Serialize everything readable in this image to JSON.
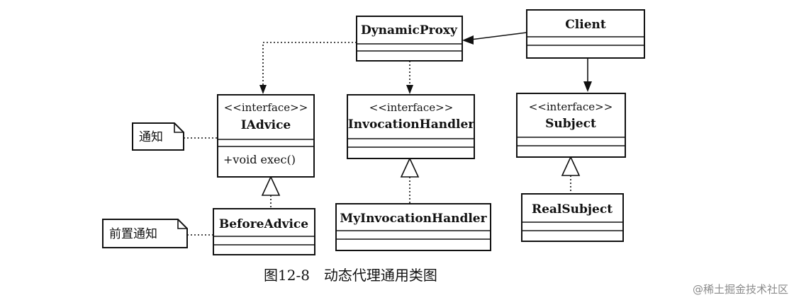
{
  "classes": {
    "dynamic_proxy": {
      "name": "DynamicProxy"
    },
    "client": {
      "name": "Client"
    },
    "iadvice": {
      "stereotype": "<<interface>>",
      "name": "IAdvice",
      "operation": "+void exec()"
    },
    "invocation_handler": {
      "stereotype": "<<interface>>",
      "name": "InvocationHandler"
    },
    "subject": {
      "stereotype": "<<interface>>",
      "name": "Subject"
    },
    "before_advice": {
      "name": "BeforeAdvice"
    },
    "my_invocation_handler": {
      "name": "MyInvocationHandler"
    },
    "real_subject": {
      "name": "RealSubject"
    }
  },
  "notes": {
    "advice_note": "通知",
    "before_advice_note": "前置通知"
  },
  "caption": "图12-8　动态代理通用类图",
  "watermark": "@稀土掘金技术社区"
}
